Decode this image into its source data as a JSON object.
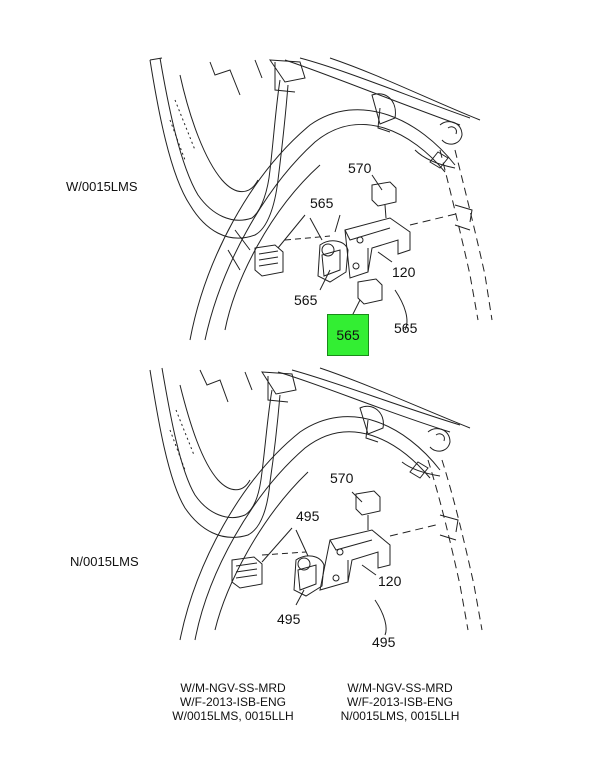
{
  "views": {
    "top": {
      "variant_label": "W/0015LMS",
      "callouts": {
        "bracket": "570",
        "connector_a": "565",
        "connector_b": "565",
        "connector_c": "565",
        "bracket_plate": "120",
        "relay": "565"
      }
    },
    "bottom": {
      "variant_label": "N/0015LMS",
      "callouts": {
        "bracket": "570",
        "connector_a": "495",
        "connector_b": "495",
        "bracket_plate": "120",
        "relay": "495"
      }
    }
  },
  "highlight": {
    "label": "565",
    "color": "#33ee33"
  },
  "notes": {
    "left": [
      "W/M-NGV-SS-MRD",
      "W/F-2013-ISB-ENG",
      "W/0015LMS, 0015LLH"
    ],
    "right": [
      "W/M-NGV-SS-MRD",
      "W/F-2013-ISB-ENG",
      "N/0015LMS, 0015LLH"
    ]
  }
}
